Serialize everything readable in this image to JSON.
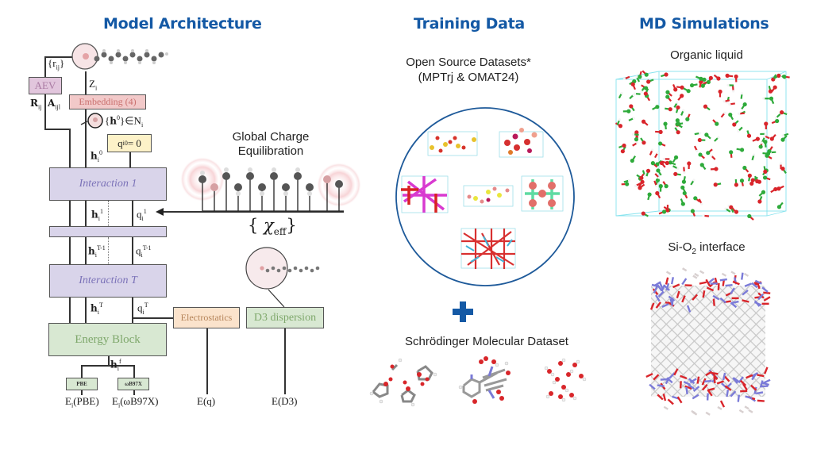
{
  "sections": {
    "model": {
      "title": "Model Architecture"
    },
    "training": {
      "title": "Training Data"
    },
    "md": {
      "title": "MD Simulations"
    }
  },
  "architecture": {
    "aev_label": "AEV",
    "rij_set_label": "{r",
    "rij_sub": "ij",
    "zi_label": "Z",
    "zi_sub": "i",
    "embedding_label": "Embedding (4)",
    "R_label": "R",
    "R_sub": "ij",
    "A_label": "A",
    "A_sub": "ijl",
    "neighbors_label": "{h",
    "neighbors_sup": "0",
    "neighbors_suffix": "}∈N",
    "neighbors_sub": "i",
    "q0_label": "q",
    "q0_sub": "i",
    "q0_sup": "0",
    "q0_value": " = 0",
    "h0": {
      "sym": "h",
      "sub": "i",
      "sup": "0"
    },
    "interaction1_label": "Interaction 1",
    "h1": {
      "sym": "h",
      "sub": "i",
      "sup": "1"
    },
    "q1": {
      "sym": "q",
      "sub": "i",
      "sup": "1"
    },
    "hT1": {
      "sym": "h",
      "sub": "i",
      "sup": "T-1"
    },
    "qT1": {
      "sym": "q",
      "sub": "i",
      "sup": "T-1"
    },
    "interactionT_label": "Interaction T",
    "hT": {
      "sym": "h",
      "sub": "i",
      "sup": "T"
    },
    "qT": {
      "sym": "q",
      "sub": "i",
      "sup": "T"
    },
    "energy_block_label": "Energy Block",
    "hf": {
      "sym": "h",
      "sub": "i",
      "sup": "f"
    },
    "pbe_label": "PBE",
    "wb97x_label": "ωB97X",
    "e_pbe": {
      "pre": "E",
      "sub": "i",
      "post": "(PBE)"
    },
    "e_wb97x": {
      "pre": "E",
      "sub": "i",
      "post": "(ωB97X)"
    },
    "electrostatics_label": "Electrostatics",
    "d3_label": "D3 dispersion",
    "e_q": "E(q)",
    "e_d3": "E(D3)",
    "charge_eq_line1": "Global Charge",
    "charge_eq_line2": "Equilibration",
    "chi_open": "{ ",
    "chi_sym": "χ",
    "chi_sub": "eff",
    "chi_close": "}"
  },
  "training": {
    "open_source_line1": "Open Source Datasets*",
    "open_source_line2": "(MPTrj & OMAT24)",
    "plus_icon": "plus-icon",
    "schrodinger_label": "Schrödinger Molecular Dataset"
  },
  "md": {
    "organic_label": "Organic liquid",
    "sio2_prefix": "Si-O",
    "sio2_sub": "2",
    "sio2_suffix": " interface"
  },
  "colors": {
    "title_blue": "#1459a5",
    "interaction_fill": "#d9d4ea",
    "interaction_text": "#7b72b8",
    "energy_fill": "#d8e8d2",
    "energy_text": "#7fa86c",
    "embedding_fill": "#f2c9c9",
    "embedding_text": "#c9706e",
    "aev_fill": "#e2c6dd",
    "aev_text": "#a97aa3",
    "q0_fill": "#fdf2c8",
    "electrostatics_fill": "#fbe3cc",
    "electrostatics_text": "#b5845a",
    "atom_red": "#d9252b",
    "atom_green": "#2eaa3a",
    "atom_blue": "#7b7bd8"
  }
}
